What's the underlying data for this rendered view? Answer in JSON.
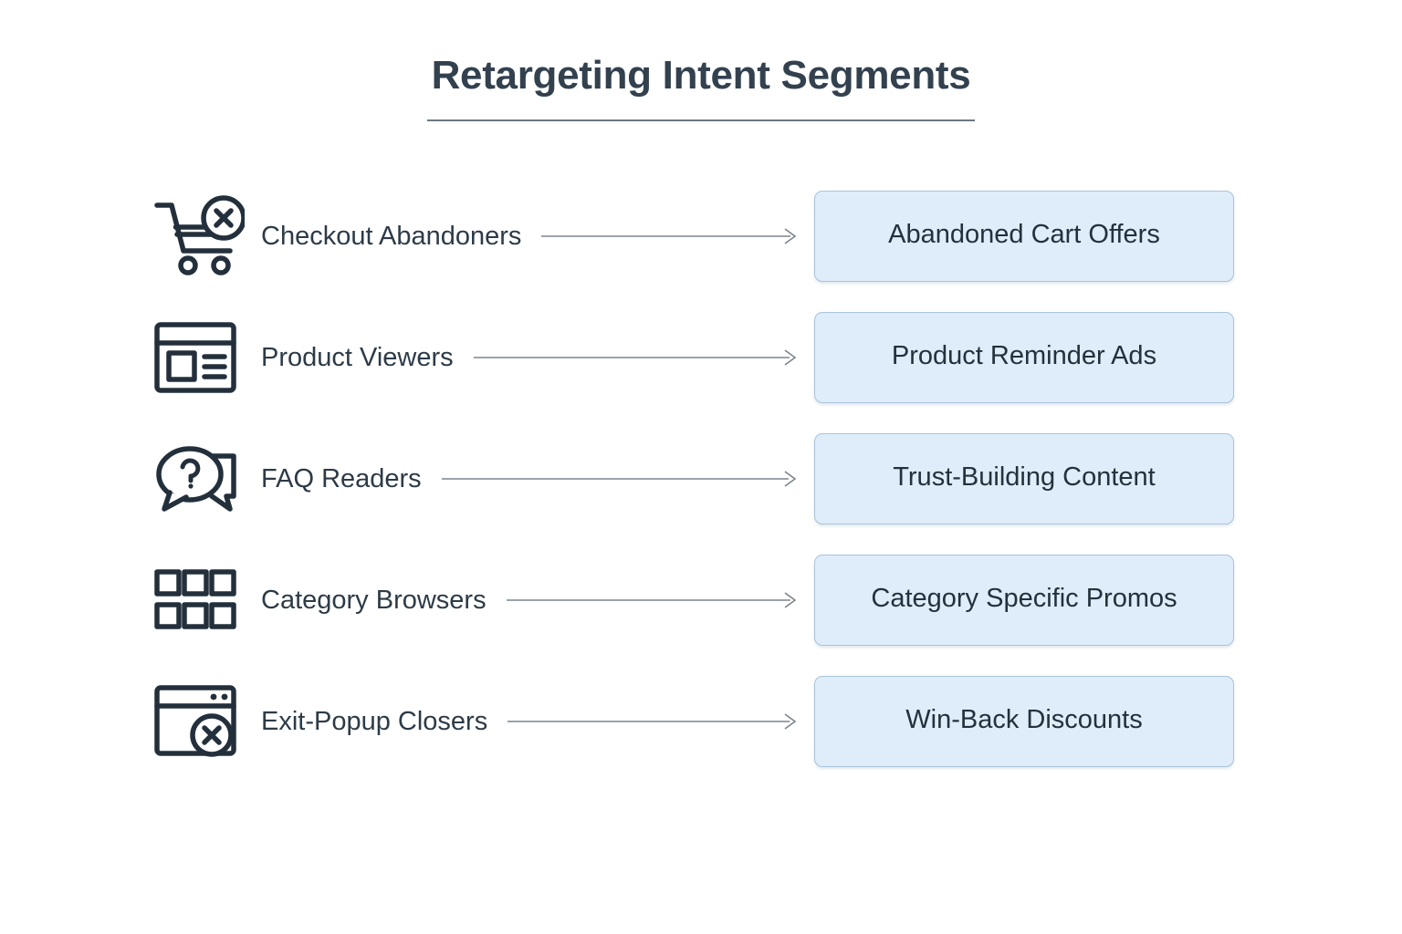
{
  "page": {
    "title": "Retargeting Intent Segments",
    "background_color": "#ffffff",
    "title_color": "#33414f",
    "rule_color": "#6e7781"
  },
  "style": {
    "box_fill": "#dfecf9",
    "box_border": "#a9c5da",
    "icon_color": "#23303c",
    "arrow_color": "#7b848d",
    "label_color": "#2d3b47"
  },
  "rows": [
    {
      "icon": "cart-remove-icon",
      "segment": "Checkout Abandoners",
      "action": "Abandoned Cart Offers"
    },
    {
      "icon": "page-layout-icon",
      "segment": "Product Viewers",
      "action": "Product Reminder Ads"
    },
    {
      "icon": "question-chat-icon",
      "segment": "FAQ Readers",
      "action": "Trust-Building Content"
    },
    {
      "icon": "grid-squares-icon",
      "segment": "Category Browsers",
      "action": "Category Specific Promos"
    },
    {
      "icon": "browser-close-icon",
      "segment": "Exit-Popup Closers",
      "action": "Win-Back Discounts"
    }
  ]
}
